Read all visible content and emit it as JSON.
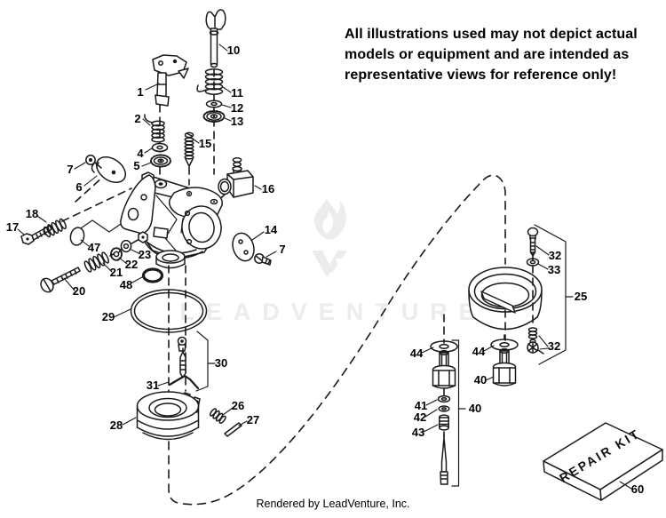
{
  "disclaimer": {
    "line1": "All illustrations used may not depict actual",
    "line2": "models or equipment and are intended as",
    "line3": "representative views for reference only!"
  },
  "watermark": {
    "brand": "LEADVENTURE"
  },
  "footer": {
    "credit": "Rendered by LeadVenture, Inc."
  },
  "repair_kit": {
    "label": "REPAIR KIT"
  },
  "callouts": {
    "p1": "1",
    "p2": "2",
    "p4": "4",
    "p5": "5",
    "p6": "6",
    "p7a": "7",
    "p7b": "7",
    "p10": "10",
    "p11": "11",
    "p12": "12",
    "p13": "13",
    "p14": "14",
    "p15": "15",
    "p16": "16",
    "p17": "17",
    "p18": "18",
    "p20": "20",
    "p21": "21",
    "p22": "22",
    "p23": "23",
    "p25": "25",
    "p26": "26",
    "p27": "27",
    "p28": "28",
    "p29": "29",
    "p30": "30",
    "p31": "31",
    "p32a": "32",
    "p32b": "32",
    "p33": "33",
    "p40a": "40",
    "p40b": "40",
    "p41": "41",
    "p42": "42",
    "p43": "43",
    "p44a": "44",
    "p44b": "44",
    "p47": "47",
    "p48": "48",
    "p60": "60"
  }
}
